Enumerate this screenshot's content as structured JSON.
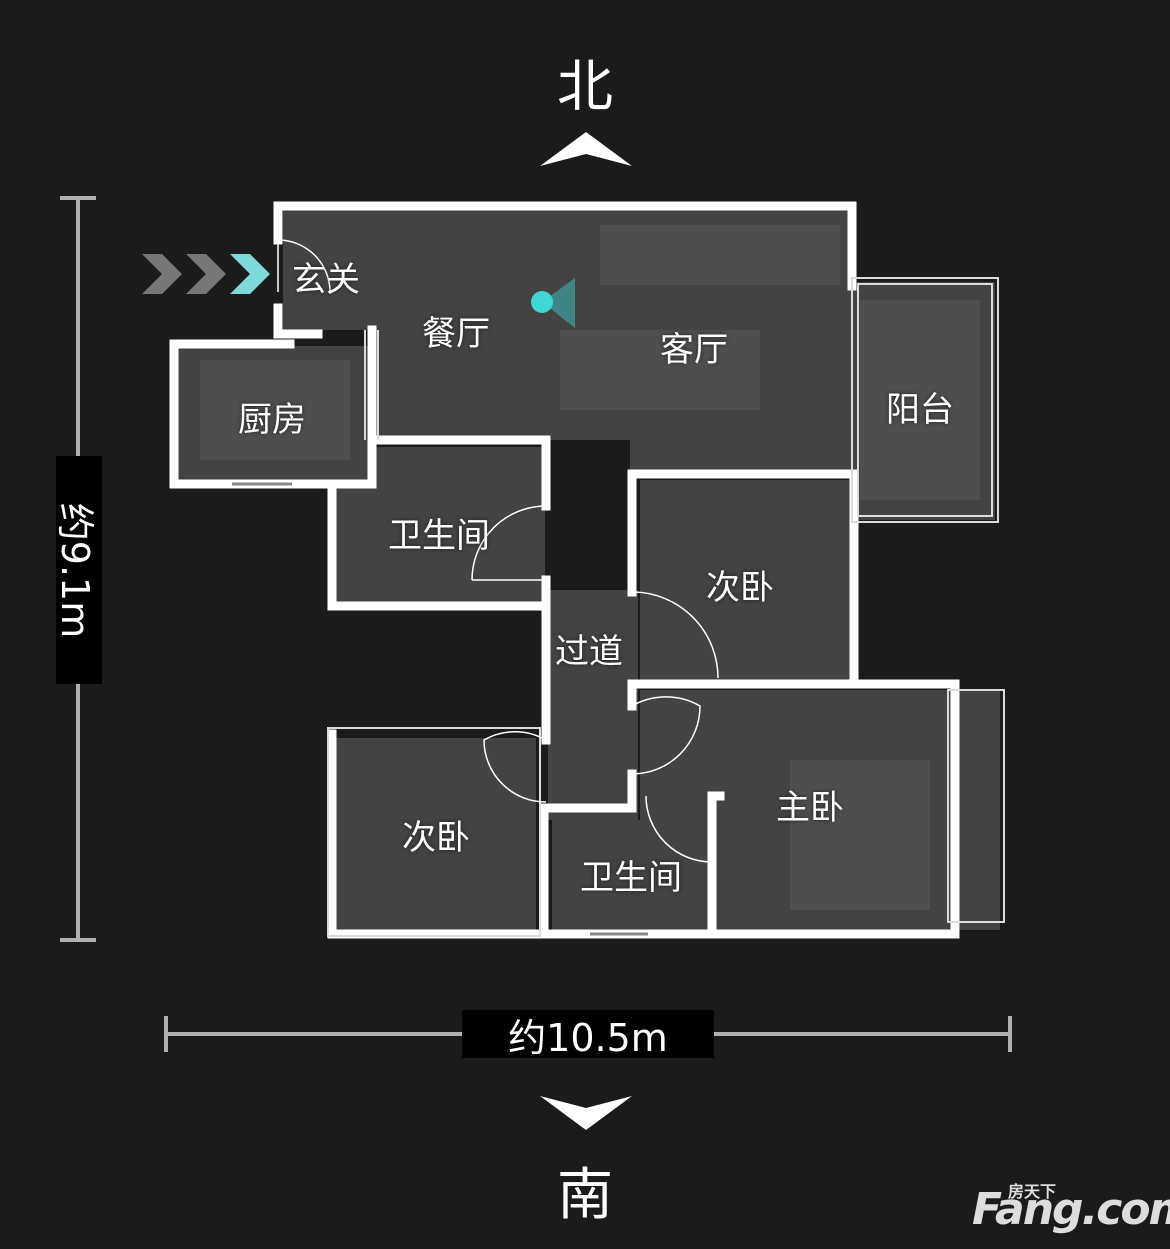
{
  "compass": {
    "north": "北",
    "south": "南"
  },
  "rooms": {
    "entrance": "玄关",
    "dining": "餐厅",
    "living": "客厅",
    "balcony": "阳台",
    "kitchen": "厨房",
    "bathroom_1": "卫生间",
    "bedroom_2": "次卧",
    "hallway": "过道",
    "bedroom_3": "次卧",
    "master_bedroom": "主卧",
    "bathroom_2": "卫生间"
  },
  "dimensions": {
    "width": "约10.5m",
    "height": "约9.1m"
  },
  "watermark": {
    "cn": "房天下",
    "en": "Fang.com"
  },
  "colors": {
    "background": "#1b1b1b",
    "wall": "#ffffff",
    "accent": "#3fd6d6"
  }
}
